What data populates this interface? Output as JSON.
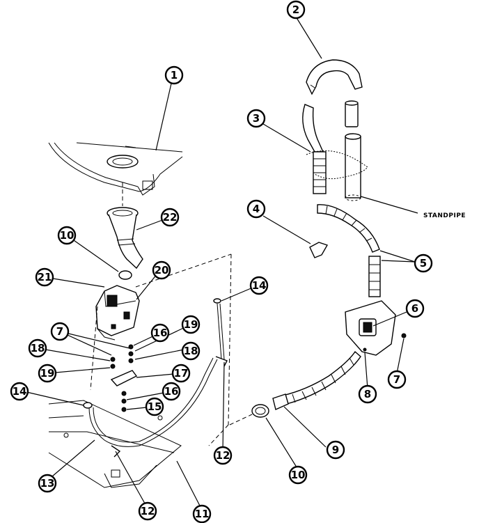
{
  "diagram": {
    "callouts": [
      {
        "id": "c1",
        "label": "1"
      },
      {
        "id": "c2",
        "label": "2"
      },
      {
        "id": "c3",
        "label": "3"
      },
      {
        "id": "c4",
        "label": "4"
      },
      {
        "id": "c5",
        "label": "5"
      },
      {
        "id": "c6",
        "label": "6"
      },
      {
        "id": "c7a",
        "label": "7"
      },
      {
        "id": "c7b",
        "label": "7"
      },
      {
        "id": "c8",
        "label": "8"
      },
      {
        "id": "c9",
        "label": "9"
      },
      {
        "id": "c10a",
        "label": "10"
      },
      {
        "id": "c10b",
        "label": "10"
      },
      {
        "id": "c11",
        "label": "11"
      },
      {
        "id": "c12a",
        "label": "12"
      },
      {
        "id": "c12b",
        "label": "12"
      },
      {
        "id": "c13",
        "label": "13"
      },
      {
        "id": "c14a",
        "label": "14"
      },
      {
        "id": "c14b",
        "label": "14"
      },
      {
        "id": "c15",
        "label": "15"
      },
      {
        "id": "c16a",
        "label": "16"
      },
      {
        "id": "c16b",
        "label": "16"
      },
      {
        "id": "c17",
        "label": "17"
      },
      {
        "id": "c18a",
        "label": "18"
      },
      {
        "id": "c18b",
        "label": "18"
      },
      {
        "id": "c19a",
        "label": "19"
      },
      {
        "id": "c19b",
        "label": "19"
      },
      {
        "id": "c20",
        "label": "20"
      },
      {
        "id": "c21",
        "label": "21"
      },
      {
        "id": "c22",
        "label": "22"
      }
    ],
    "notes": {
      "standpipe": "STANDPIPE"
    }
  }
}
